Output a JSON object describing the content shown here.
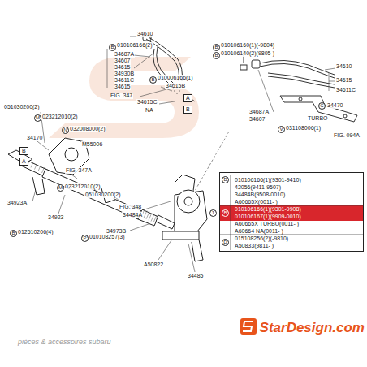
{
  "diagram": {
    "nodes": [
      {
        "text": [
          "A"
        ]
      },
      {
        "text": [
          "B"
        ]
      },
      {
        "text": [
          "B"
        ]
      },
      {
        "text": [
          "A"
        ]
      },
      {
        "text": [
          "010106166(1)(9301-9410)",
          "42056(9411-9507)",
          "34484B(9508-0010)",
          "A60665X(0011-  )",
          "010106166(1)(9301-9908)",
          "010106167(1)(9909-0010)",
          "A60665X TURBO(0011-  )",
          "A60664 NA(0011-  )",
          "015108256(2)(-9810)",
          "A50833(9811-  )"
        ]
      }
    ],
    "labels": [
      "34610",
      "B",
      "010106166(2)",
      "34687A",
      "34607",
      "34615",
      "34930B",
      "34611C",
      "34615",
      "B",
      "010006166(1)",
      "34615B",
      "FIG. 347",
      "34615C",
      "NA",
      "B",
      "010106160(1)(-9804)",
      "B",
      "010106140(2)(9805-)",
      "34610",
      "34615",
      "34611C",
      "C",
      "34470",
      "34687A",
      "34607",
      "TURBO",
      "V",
      "031108006(1)",
      "FIG. 094A",
      "051030200(2)",
      "M",
      "023212010(2)",
      "34170",
      "N",
      "032008000(2)",
      "M55006",
      "FIG. 347A",
      "34923A",
      "34923",
      "B",
      "012510206(4)",
      "M",
      "023212010(2)",
      "051030200(2)",
      "FIG. 348",
      "34484A",
      "34973B",
      "P",
      "010108257(3)",
      "A50822",
      "34485",
      "1",
      "B",
      "B",
      "D",
      "StarDesign.com",
      "pièces & accessoires subaru"
    ]
  }
}
